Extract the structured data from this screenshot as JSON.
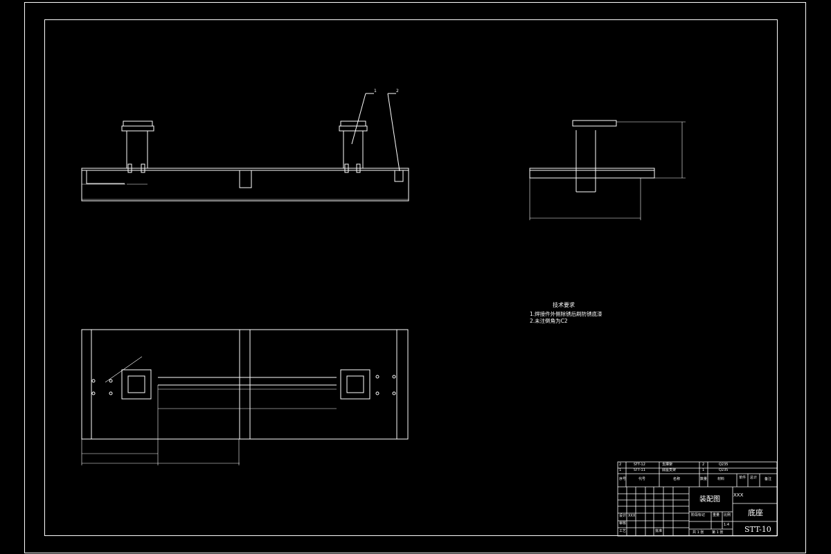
{
  "technical_requirements": {
    "title": "技术要求",
    "items": [
      "1.焊接件外侧除锈后刷防锈底漆",
      "2.未注倒角为C2"
    ]
  },
  "title_block": {
    "drawing_type": "装配图",
    "part_name": "底座",
    "drawing_number": "STT-10",
    "school": "XXX",
    "scale_value": "1:4",
    "weight_label": "重量",
    "scale_label": "比例",
    "sheet_total": "共 1 张",
    "sheet_current": "第 1 张",
    "designer_row": "设计",
    "designer_name": "XXX",
    "check_row": "审核",
    "process_row": "工艺",
    "approve_row": "批准",
    "stage_label": "阶段标记",
    "bom_col_seq": "序号",
    "bom_col_code": "代号",
    "bom_col_name": "名称",
    "bom_col_qty": "数量",
    "bom_col_material": "材料",
    "bom_col_single": "单件",
    "bom_col_total": "总计",
    "bom_col_note": "备注",
    "bom_rows": [
      {
        "seq": "2",
        "code": "STT-12",
        "name": "支撑架",
        "qty": "2",
        "material": "Q235"
      },
      {
        "seq": "1",
        "code": "STT-11",
        "name": "底座支架",
        "qty": "1",
        "material": "Q235"
      }
    ]
  },
  "balloons": [
    "1",
    "2"
  ]
}
